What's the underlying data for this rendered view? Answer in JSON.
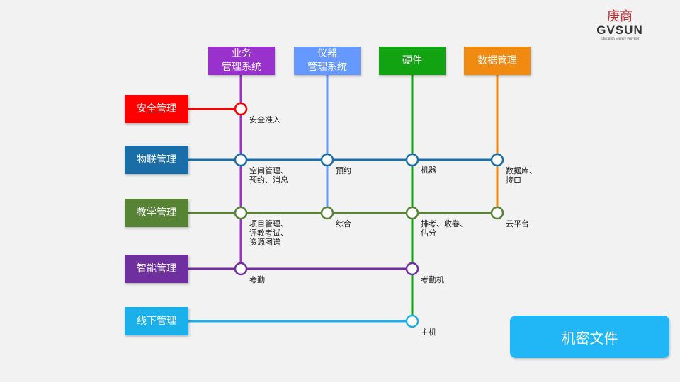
{
  "logo": {
    "cn": "庚商",
    "en": "GVSUN",
    "tagline": "Education Service Provider"
  },
  "columns": [
    {
      "label": "业务\n管理系统",
      "color": "#9932cc"
    },
    {
      "label": "仪器\n管理系统",
      "color": "#6699ff"
    },
    {
      "label": "硬件",
      "color": "#12a312"
    },
    {
      "label": "数据管理",
      "color": "#f08a10"
    }
  ],
  "rows": [
    {
      "label": "安全管理",
      "color": "#ff0000"
    },
    {
      "label": "物联管理",
      "color": "#1a6ea8"
    },
    {
      "label": "教学管理",
      "color": "#568434"
    },
    {
      "label": "智能管理",
      "color": "#6f2f9e"
    },
    {
      "label": "线下管理",
      "color": "#1cb0eb"
    }
  ],
  "nodes": [
    {
      "label": "安全准入"
    },
    {
      "label": "空间管理、\n预约、消息"
    },
    {
      "label": "预约"
    },
    {
      "label": "机器"
    },
    {
      "label": "数据库、\n接口"
    },
    {
      "label": "项目管理、\n评教考试、\n资源图谱"
    },
    {
      "label": "综合"
    },
    {
      "label": "排考、收卷、\n估分"
    },
    {
      "label": "云平台"
    },
    {
      "label": "考勤"
    },
    {
      "label": "考勤机"
    },
    {
      "label": "主机"
    }
  ],
  "confidential": "机密文件"
}
